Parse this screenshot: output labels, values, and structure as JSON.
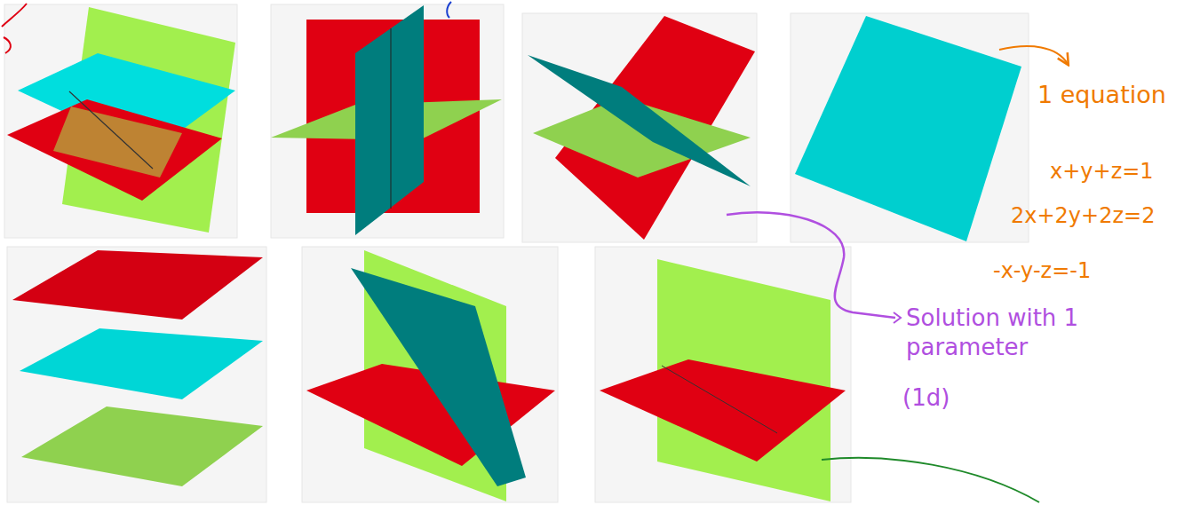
{
  "diagram": {
    "labels": [
      "1 equation",
      "x+y+z=1",
      "2x+2y+2z=2",
      "-x-y-z=-1",
      "Solution with 1 parameter",
      "(1d)"
    ]
  }
}
